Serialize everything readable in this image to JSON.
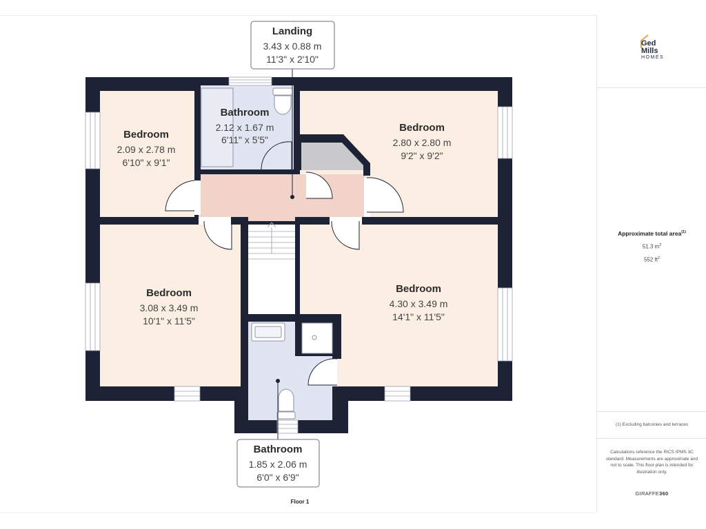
{
  "floor_label": "Floor 1",
  "brand": {
    "logo_line1": "Ged",
    "logo_line2": "Mills",
    "logo_sub": "HOMES"
  },
  "area": {
    "title": "Approximate total area",
    "title_sup": "(1)",
    "metric_value": "51.3 m",
    "metric_unit_sup": "2",
    "imperial_value": "552 ft",
    "imperial_unit_sup": "2"
  },
  "footnote": "(1) Excluding balconies and terraces",
  "disclaimer": "Calculations reference the RICS IPMS 3C standard. Measurements are approximate and not to scale. This floor plan is intended for illustration only.",
  "provider": {
    "left": "GIRAFFE",
    "right": "360"
  },
  "rooms": {
    "bedroom_top_left": {
      "name": "Bedroom",
      "metric": "2.09 x 2.78 m",
      "imperial": "6'10\" x 9'1\""
    },
    "bathroom_top": {
      "name": "Bathroom",
      "metric": "2.12 x 1.67 m",
      "imperial": "6'11\" x 5'5\""
    },
    "bedroom_top_right": {
      "name": "Bedroom",
      "metric": "2.80 x 2.80 m",
      "imperial": "9'2\" x 9'2\""
    },
    "bedroom_bottom_left": {
      "name": "Bedroom",
      "metric": "3.08 x 3.49 m",
      "imperial": "10'1\" x 11'5\""
    },
    "bedroom_bottom_right": {
      "name": "Bedroom",
      "metric": "4.30 x 3.49 m",
      "imperial": "14'1\" x 11'5\""
    },
    "landing": {
      "name": "Landing",
      "metric": "3.43 x 0.88 m",
      "imperial": "11'3\" x 2'10\""
    },
    "bathroom_bottom": {
      "name": "Bathroom",
      "metric": "1.85 x 2.06 m",
      "imperial": "6'0\" x 6'9\""
    }
  },
  "colors": {
    "wall": "#1d2235",
    "bedroom_fill": "#fbeee2",
    "landing_fill": "#f2d3c8",
    "bathroom_fill": "#e1e5f2",
    "cupboard_fill": "#c9c9cc",
    "logo_accent": "#e8a53a"
  }
}
